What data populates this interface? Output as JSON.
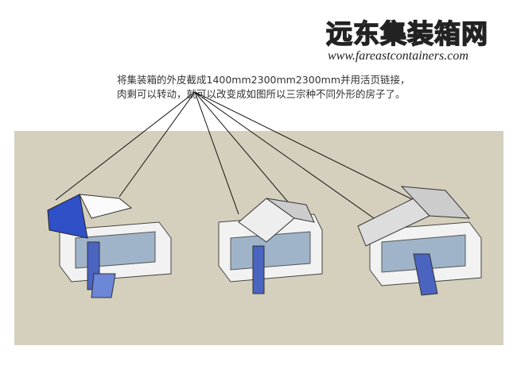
{
  "logo": {
    "title": "远东集装箱网",
    "url": "www.fareastcontainers.com"
  },
  "caption": {
    "line1": "将集装箱的外皮截成1400mm2300mm2300mm并用活页链接，",
    "line2": "肉剩可以转动，就可以改变成如图所以三宗种不同外形的房子了。"
  },
  "colors": {
    "ground": "#d5cfbd",
    "panel_blue": "#3050c8"
  }
}
